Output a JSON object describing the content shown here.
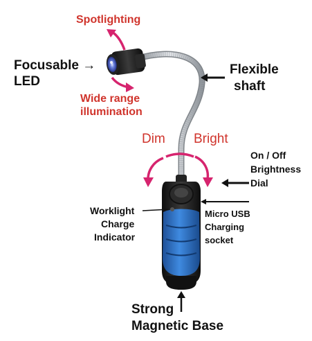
{
  "colors": {
    "accent_red": "#d0342c",
    "magenta_arrow": "#d6246e",
    "text_dark": "#111111",
    "grip_blue": "#2a6fc4",
    "body_black": "#1c1c1c",
    "shaft_silver": "#b8bcc2",
    "led_blue": "#3a58c8"
  },
  "labels": {
    "spotlighting": "Spotlighting",
    "focusable_led_line1": "Focusable →",
    "focusable_led_line2": "LED",
    "wide_range_line1": "Wide range",
    "wide_range_line2": "illumination",
    "flexible_line1": "Flexible",
    "flexible_line2": "shaft",
    "dim": "Dim",
    "bright": "Bright",
    "dial_line1": "On / Off",
    "dial_line2": "Brightness",
    "dial_line3": "Dial",
    "worklight_line1": "Worklight",
    "worklight_line2": "Charge",
    "worklight_line3": "Indicator",
    "usb_line1": "Micro USB",
    "usb_line2": "Charging",
    "usb_line3": "socket",
    "base_line1": "Strong",
    "base_line2": "Magnetic Base"
  },
  "icons": {
    "arrows": [
      "curved-up-arrow-icon",
      "curved-down-arrow-icon",
      "left-arrow-icon",
      "up-arrow-icon"
    ]
  }
}
